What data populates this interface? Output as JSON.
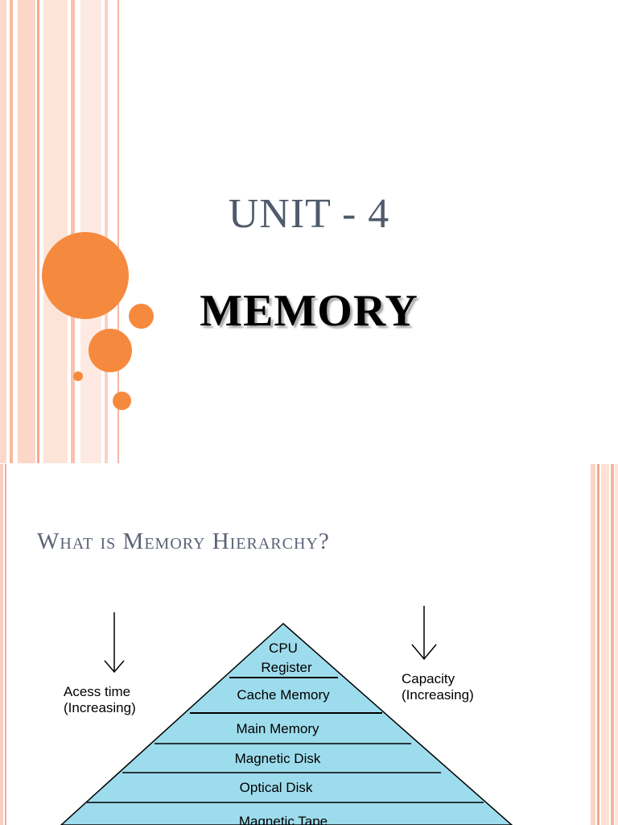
{
  "slide1": {
    "title": "UNIT - 4",
    "subtitle": "MEMORY"
  },
  "slide2": {
    "title": "What is Memory Hierarchy?",
    "left_label_line1": "Acess time",
    "left_label_line2": "(Increasing)",
    "right_label_line1": "Capacity",
    "right_label_line2": "(Increasing)",
    "pyramid_levels": [
      "CPU",
      "Register",
      "Cache Memory",
      "Main Memory",
      "Magnetic Disk",
      "Optical Disk",
      "Magnetic Tape"
    ]
  },
  "colors": {
    "accent_orange": "#f58a3f",
    "stripe_pink": "#f9cbb8",
    "pyramid_fill": "#9ddcec",
    "title_gray": "#505a6b"
  }
}
